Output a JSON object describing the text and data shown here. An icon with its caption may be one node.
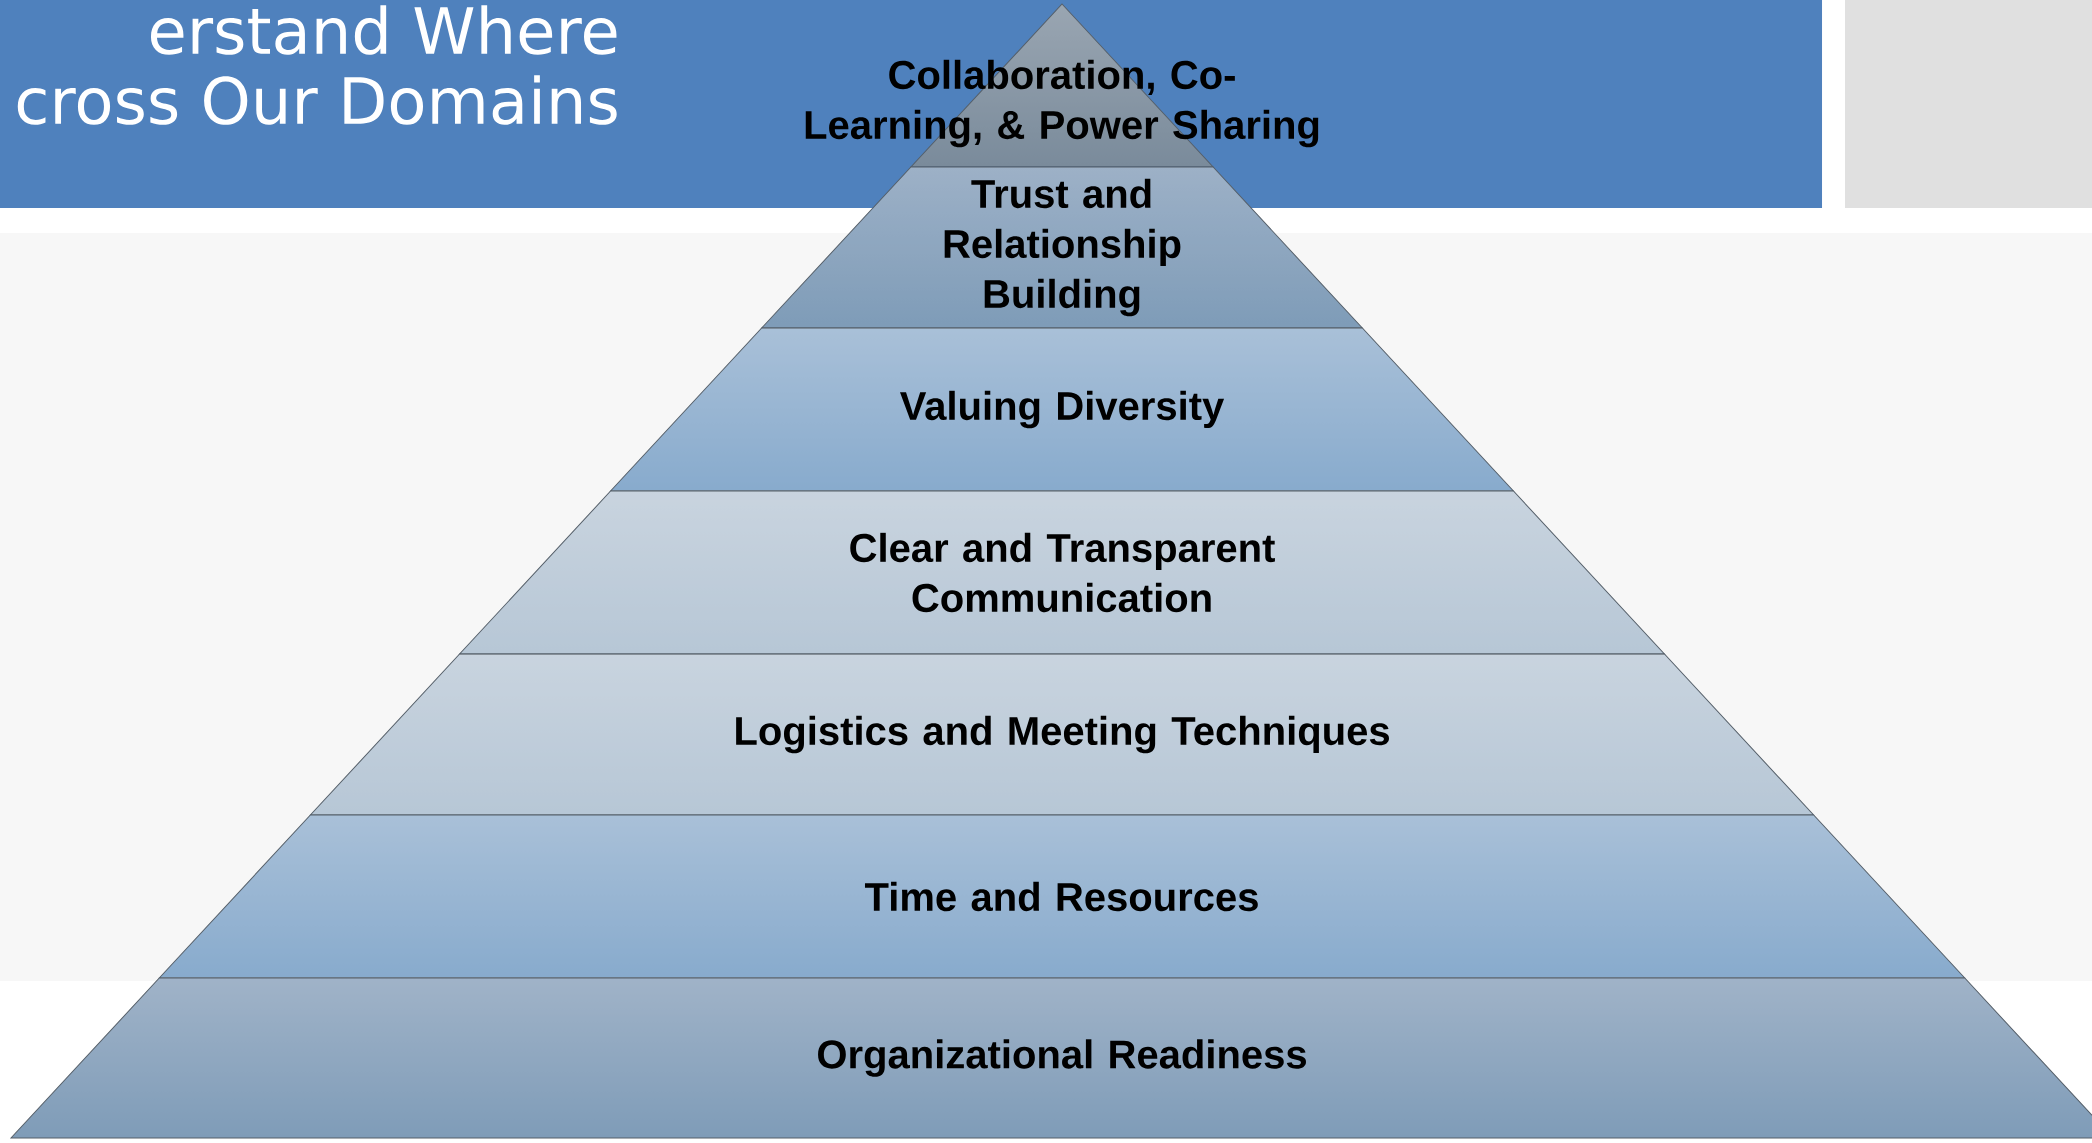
{
  "diagram": {
    "nodes": [
      {
        "text": [
          "Collaboration, Co-Learning, & Power Sharing"
        ]
      },
      {
        "text": [
          "Trust and Relationship Building"
        ]
      },
      {
        "text": [
          "Valuing Diversity"
        ]
      },
      {
        "text": [
          "Clear and Transparent Communication"
        ]
      },
      {
        "text": [
          "Logistics and Meeting Techniques"
        ]
      },
      {
        "text": [
          "Time and Resources"
        ]
      },
      {
        "text": [
          "Organizational Readiness"
        ]
      }
    ],
    "labels": [
      "erstand Where",
      "cross Our Domains"
    ]
  }
}
